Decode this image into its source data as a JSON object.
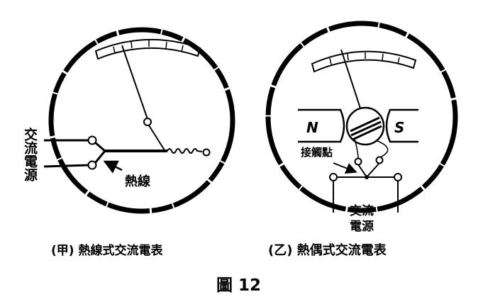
{
  "left_meter": {
    "source_label": "交流電源",
    "hot_wire_label": "熱線",
    "caption": "(甲) 熱線式交流電表"
  },
  "right_meter": {
    "magnet_north": "N",
    "magnet_south": "S",
    "contact_label": "接觸點",
    "source_label_line1": "交流",
    "source_label_line2": "電源",
    "caption": "(乙) 熱偶式交流電表"
  },
  "figure_label": "圖 12"
}
